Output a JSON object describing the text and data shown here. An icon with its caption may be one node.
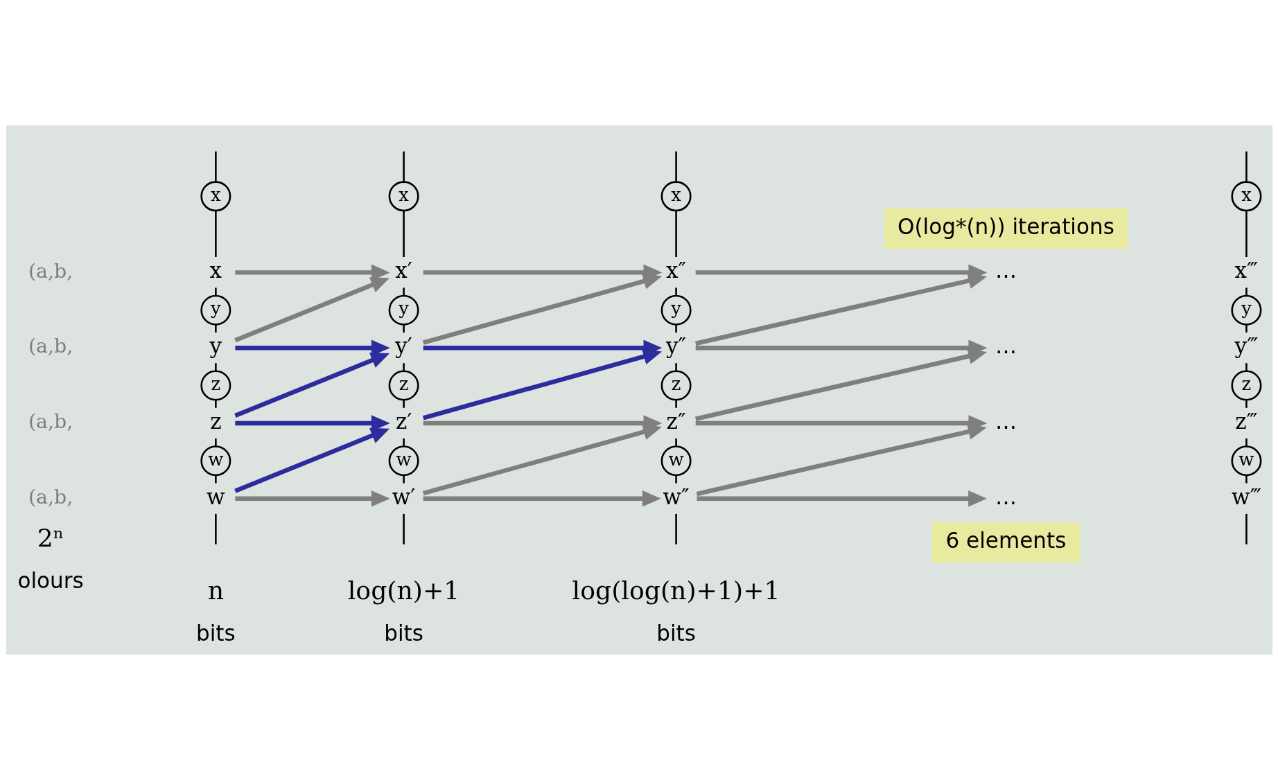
{
  "diagram": {
    "nodes": [
      {
        "text": [
          "x"
        ]
      },
      {
        "text": [
          "x"
        ]
      },
      {
        "text": [
          "y"
        ]
      },
      {
        "text": [
          "y"
        ]
      },
      {
        "text": [
          "z"
        ]
      },
      {
        "text": [
          "z"
        ]
      },
      {
        "text": [
          "w"
        ]
      },
      {
        "text": [
          "w"
        ]
      },
      {
        "text": [
          "x"
        ]
      },
      {
        "text": [
          "x′"
        ]
      },
      {
        "text": [
          "y"
        ]
      },
      {
        "text": [
          "y′"
        ]
      },
      {
        "text": [
          "z"
        ]
      },
      {
        "text": [
          "z′"
        ]
      },
      {
        "text": [
          "w"
        ]
      },
      {
        "text": [
          "w′"
        ]
      },
      {
        "text": [
          "x"
        ]
      },
      {
        "text": [
          "x″"
        ]
      },
      {
        "text": [
          "y"
        ]
      },
      {
        "text": [
          "y″"
        ]
      },
      {
        "text": [
          "z"
        ]
      },
      {
        "text": [
          "z″"
        ]
      },
      {
        "text": [
          "w"
        ]
      },
      {
        "text": [
          "w″"
        ]
      },
      {
        "text": [
          "x"
        ]
      },
      {
        "text": [
          "x‴"
        ]
      },
      {
        "text": [
          "y"
        ]
      },
      {
        "text": [
          "y‴"
        ]
      },
      {
        "text": [
          "z"
        ]
      },
      {
        "text": [
          "z‴"
        ]
      },
      {
        "text": [
          "w"
        ]
      },
      {
        "text": [
          "w‴"
        ]
      },
      {
        "text": [
          "…"
        ]
      },
      {
        "text": [
          "…"
        ]
      },
      {
        "text": [
          "…"
        ]
      },
      {
        "text": [
          "…"
        ]
      },
      {
        "text": [
          "O(log*(n)) iterations"
        ]
      },
      {
        "text": [
          "6 elements"
        ]
      }
    ],
    "edges": [
      {
        "from": null,
        "to": 0,
        "arrow": "none"
      },
      {
        "from": 0,
        "to": 1,
        "arrow": "none"
      },
      {
        "from": 1,
        "to": 2,
        "arrow": "none"
      },
      {
        "from": 2,
        "to": 3,
        "arrow": "none"
      },
      {
        "from": 3,
        "to": 4,
        "arrow": "none"
      },
      {
        "from": 4,
        "to": 5,
        "arrow": "none"
      },
      {
        "from": 5,
        "to": 6,
        "arrow": "none"
      },
      {
        "from": 6,
        "to": 7,
        "arrow": "none"
      },
      {
        "from": 7,
        "to": null,
        "arrow": "none"
      },
      {
        "from": null,
        "to": 8,
        "arrow": "none"
      },
      {
        "from": 8,
        "to": 9,
        "arrow": "none"
      },
      {
        "from": 9,
        "to": 10,
        "arrow": "none"
      },
      {
        "from": 10,
        "to": 11,
        "arrow": "none"
      },
      {
        "from": 11,
        "to": 12,
        "arrow": "none"
      },
      {
        "from": 12,
        "to": 13,
        "arrow": "none"
      },
      {
        "from": 13,
        "to": 14,
        "arrow": "none"
      },
      {
        "from": 14,
        "to": 15,
        "arrow": "none"
      },
      {
        "from": 15,
        "to": null,
        "arrow": "none"
      },
      {
        "from": null,
        "to": 16,
        "arrow": "none"
      },
      {
        "from": 16,
        "to": 17,
        "arrow": "none"
      },
      {
        "from": 17,
        "to": 18,
        "arrow": "none"
      },
      {
        "from": 18,
        "to": 19,
        "arrow": "none"
      },
      {
        "from": 19,
        "to": 20,
        "arrow": "none"
      },
      {
        "from": 20,
        "to": 21,
        "arrow": "none"
      },
      {
        "from": 21,
        "to": 22,
        "arrow": "none"
      },
      {
        "from": 22,
        "to": 23,
        "arrow": "none"
      },
      {
        "from": 23,
        "to": null,
        "arrow": "none"
      },
      {
        "from": null,
        "to": 24,
        "arrow": "none"
      },
      {
        "from": 24,
        "to": 25,
        "arrow": "none"
      },
      {
        "from": 25,
        "to": 26,
        "arrow": "none"
      },
      {
        "from": 26,
        "to": 27,
        "arrow": "none"
      },
      {
        "from": 27,
        "to": 28,
        "arrow": "none"
      },
      {
        "from": 28,
        "to": 29,
        "arrow": "none"
      },
      {
        "from": 29,
        "to": 30,
        "arrow": "none"
      },
      {
        "from": 30,
        "to": 31,
        "arrow": "none"
      },
      {
        "from": 31,
        "to": null,
        "arrow": "none"
      },
      {
        "from": 1,
        "to": 9,
        "arrow": "to",
        "style": "thick",
        "color": "#7f7f7f"
      },
      {
        "from": 3,
        "to": 9,
        "arrow": "to",
        "style": "thick",
        "color": "#7f7f7f"
      },
      {
        "from": 3,
        "to": 11,
        "arrow": "to",
        "style": "thick",
        "color": "#2c2c9e"
      },
      {
        "from": 5,
        "to": 11,
        "arrow": "to",
        "style": "thick",
        "color": "#2c2c9e"
      },
      {
        "from": 5,
        "to": 13,
        "arrow": "to",
        "style": "thick",
        "color": "#2c2c9e"
      },
      {
        "from": 7,
        "to": 13,
        "arrow": "to",
        "style": "thick",
        "color": "#2c2c9e"
      },
      {
        "from": 7,
        "to": 15,
        "arrow": "to",
        "style": "thick",
        "color": "#7f7f7f"
      },
      {
        "from": 9,
        "to": 17,
        "arrow": "to",
        "style": "thick",
        "color": "#7f7f7f"
      },
      {
        "from": 11,
        "to": 17,
        "arrow": "to",
        "style": "thick",
        "color": "#7f7f7f"
      },
      {
        "from": 11,
        "to": 19,
        "arrow": "to",
        "style": "thick",
        "color": "#2c2c9e"
      },
      {
        "from": 13,
        "to": 19,
        "arrow": "to",
        "style": "thick",
        "color": "#2c2c9e"
      },
      {
        "from": 13,
        "to": 21,
        "arrow": "to",
        "style": "thick",
        "color": "#7f7f7f"
      },
      {
        "from": 15,
        "to": 21,
        "arrow": "to",
        "style": "thick",
        "color": "#7f7f7f"
      },
      {
        "from": 15,
        "to": 23,
        "arrow": "to",
        "style": "thick",
        "color": "#7f7f7f"
      },
      {
        "from": 17,
        "to": 32,
        "arrow": "to",
        "style": "thick",
        "color": "#7f7f7f"
      },
      {
        "from": 19,
        "to": 32,
        "arrow": "to",
        "style": "thick",
        "color": "#7f7f7f"
      },
      {
        "from": 19,
        "to": 33,
        "arrow": "to",
        "style": "thick",
        "color": "#7f7f7f"
      },
      {
        "from": 21,
        "to": 33,
        "arrow": "to",
        "style": "thick",
        "color": "#7f7f7f"
      },
      {
        "from": 21,
        "to": 34,
        "arrow": "to",
        "style": "thick",
        "color": "#7f7f7f"
      },
      {
        "from": 23,
        "to": 34,
        "arrow": "to",
        "style": "thick",
        "color": "#7f7f7f"
      },
      {
        "from": 23,
        "to": 35,
        "arrow": "to",
        "style": "thick",
        "color": "#7f7f7f"
      }
    ],
    "labels": [
      "(a,b,",
      "(a,b,",
      "(a,b,",
      "(a,b,",
      "2ⁿ",
      "n",
      "log(n)+1",
      "log(log(n)+1)+1",
      "olours",
      "bits",
      "bits",
      "bits"
    ]
  }
}
